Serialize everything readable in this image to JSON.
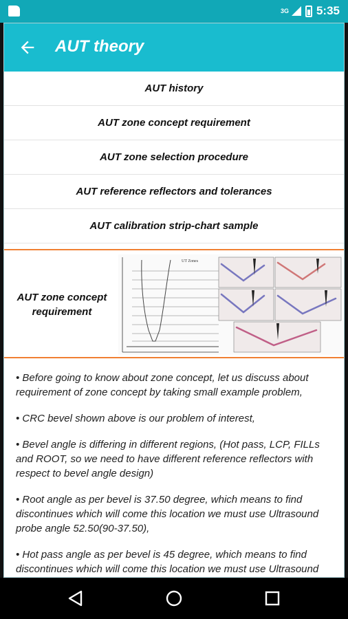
{
  "status_bar": {
    "network": "3G",
    "time": "5:35"
  },
  "toolbar": {
    "title": "AUT theory"
  },
  "topics": [
    {
      "label": "AUT history"
    },
    {
      "label": "AUT zone concept requirement"
    },
    {
      "label": "AUT zone selection procedure"
    },
    {
      "label": "AUT reference reflectors and tolerances"
    },
    {
      "label": "AUT calibration strip-chart sample"
    }
  ],
  "feature": {
    "title": "AUT zone concept requirement",
    "image_heading": "UT Zones"
  },
  "content": {
    "bullets": [
      "• Before going to know about zone concept, let us discuss about requirement of zone concept by taking small example problem,",
      "• CRC bevel shown above is our problem of interest,",
      "• Bevel angle is differing in different regions, (Hot pass, LCP, FILLs and ROOT, so we need to have different reference reflectors with respect to bevel angle design)",
      "• Root angle as per bevel is 37.50 degree, which means to find discontinues which will come this location we must use Ultrasound probe angle 52.50(90-37.50),",
      "• Hot pass angle as per bevel is 45 degree, which means to find discontinues which will come this location we must use Ultrasound"
    ]
  },
  "colors": {
    "accent": "#19bccf",
    "status_bar": "#11a8b7",
    "divider_orange": "#f07f32"
  },
  "icons": {
    "back": "arrow-left-icon",
    "nav_back": "triangle-back-icon",
    "nav_home": "circle-home-icon",
    "nav_recents": "square-recents-icon"
  }
}
